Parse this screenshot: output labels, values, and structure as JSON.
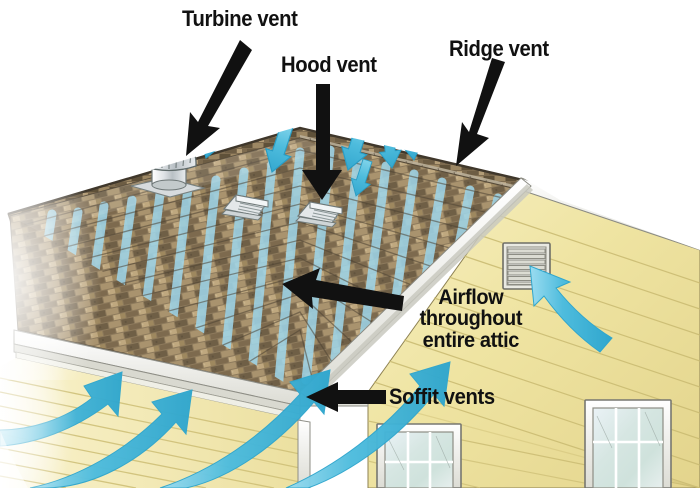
{
  "diagram": {
    "title": "Attic ventilation airflow diagram",
    "subject": "house roof cutaway showing intake and exhaust vents",
    "background_color": "#ffffff"
  },
  "labels": {
    "turbine_vent": "Turbine vent",
    "hood_vent": "Hood vent",
    "ridge_vent": "Ridge vent",
    "airflow_line1": "Airflow",
    "airflow_line2": "throughout",
    "airflow_line3": "entire attic",
    "airflow_full": "Airflow throughout entire attic",
    "soffit_vents": "Soffit vents"
  },
  "callouts": [
    {
      "name": "turbine-vent-callout",
      "label": "Turbine vent",
      "points_to": "turbine vent on roof",
      "arrow_direction": "down-left"
    },
    {
      "name": "hood-vent-callout",
      "label": "Hood vent",
      "points_to": "hood vent on roof",
      "arrow_direction": "down"
    },
    {
      "name": "ridge-vent-callout",
      "label": "Ridge vent",
      "points_to": "ridge vent at roof peak",
      "arrow_direction": "down-left"
    },
    {
      "name": "airflow-callout",
      "label": "Airflow throughout entire attic",
      "points_to": "roof deck airflow streams",
      "arrow_direction": "up-left"
    },
    {
      "name": "soffit-vents-callout",
      "label": "Soffit vents",
      "points_to": "soffit under eave",
      "arrow_direction": "left"
    }
  ],
  "components": {
    "turbine_vent": {
      "name": "turbine-vent",
      "count": 1,
      "description": "ribbed rotating turbine on cylindrical base with square flashing"
    },
    "hood_vents": {
      "name": "hood-vent",
      "count": 2,
      "description": "low louvered box vents on roof slope"
    },
    "ridge_vent": {
      "name": "ridge-vent",
      "count": 1,
      "description": "continuous vent strip along roof peak"
    },
    "gable_vent": {
      "name": "gable-louver-vent",
      "count": 1,
      "description": "rectangular louvered vent on gable wall"
    },
    "soffit_vents": {
      "name": "soffit-vent",
      "count": 1,
      "description": "continuous intake vent under the eave"
    },
    "windows": {
      "name": "house-window",
      "count": 2,
      "description": "white double-hung windows with six-pane grids"
    }
  },
  "airflow": {
    "intake_arrows": 4,
    "gable_intake_arrows": 1,
    "exhaust_arrows_ridge": 7,
    "exhaust_arrows_vents": 4,
    "deck_streams": 13,
    "direction": "intake at soffit, travels up under roof deck, exhausts at ridge and roof vents"
  },
  "colors": {
    "arrow_blue": "#4ebcdd",
    "arrow_blue_dark": "#2ba6cc",
    "deck_stream_blue": "#9fd4e8",
    "siding_yellow": "#f0e6a6",
    "siding_line": "#cfc078",
    "shingle_brown": "#8a7557",
    "shingle_dark": "#6a5a42",
    "shingle_tan": "#c4ad8a",
    "trim_white": "#f4f4f0",
    "outline": "#3b3b3b",
    "label_text": "#111111",
    "background": "#ffffff"
  }
}
